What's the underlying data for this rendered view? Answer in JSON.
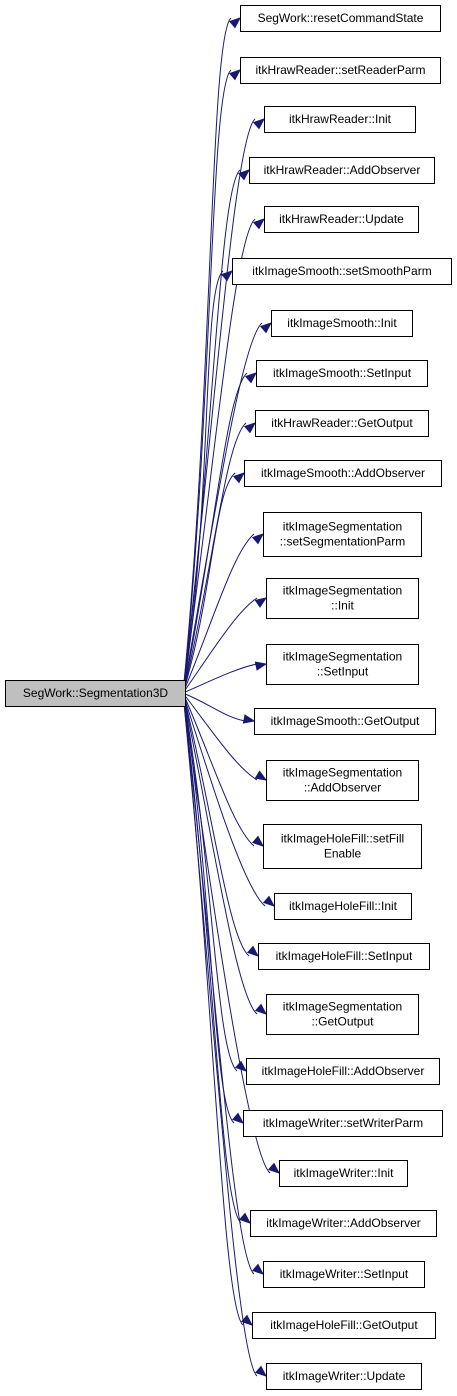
{
  "graph": {
    "edge_color": "#191970",
    "root_fill": "#bfbfbf",
    "root": {
      "id": "root",
      "lines": [
        "SegWork::Segmentation3D"
      ]
    },
    "callees": [
      {
        "id": "c1",
        "lines": [
          "SegWork::resetCommandState"
        ]
      },
      {
        "id": "c2",
        "lines": [
          "itkHrawReader::setReaderParm"
        ]
      },
      {
        "id": "c3",
        "lines": [
          "itkHrawReader::Init"
        ]
      },
      {
        "id": "c4",
        "lines": [
          "itkHrawReader::AddObserver"
        ]
      },
      {
        "id": "c5",
        "lines": [
          "itkHrawReader::Update"
        ]
      },
      {
        "id": "c6",
        "lines": [
          "itkImageSmooth::setSmoothParm"
        ]
      },
      {
        "id": "c7",
        "lines": [
          "itkImageSmooth::Init"
        ]
      },
      {
        "id": "c8",
        "lines": [
          "itkImageSmooth::SetInput"
        ]
      },
      {
        "id": "c9",
        "lines": [
          "itkHrawReader::GetOutput"
        ]
      },
      {
        "id": "c10",
        "lines": [
          "itkImageSmooth::AddObserver"
        ]
      },
      {
        "id": "c11",
        "lines": [
          "itkImageSegmentation",
          "::setSegmentationParm"
        ]
      },
      {
        "id": "c12",
        "lines": [
          "itkImageSegmentation",
          "::Init"
        ]
      },
      {
        "id": "c13",
        "lines": [
          "itkImageSegmentation",
          "::SetInput"
        ]
      },
      {
        "id": "c14",
        "lines": [
          "itkImageSmooth::GetOutput"
        ]
      },
      {
        "id": "c15",
        "lines": [
          "itkImageSegmentation",
          "::AddObserver"
        ]
      },
      {
        "id": "c16",
        "lines": [
          "itkImageHoleFill::setFill",
          "Enable"
        ]
      },
      {
        "id": "c17",
        "lines": [
          "itkImageHoleFill::Init"
        ]
      },
      {
        "id": "c18",
        "lines": [
          "itkImageHoleFill::SetInput"
        ]
      },
      {
        "id": "c19",
        "lines": [
          "itkImageSegmentation",
          "::GetOutput"
        ]
      },
      {
        "id": "c20",
        "lines": [
          "itkImageHoleFill::AddObserver"
        ]
      },
      {
        "id": "c21",
        "lines": [
          "itkImageWriter::setWriterParm"
        ]
      },
      {
        "id": "c22",
        "lines": [
          "itkImageWriter::Init"
        ]
      },
      {
        "id": "c23",
        "lines": [
          "itkImageWriter::AddObserver"
        ]
      },
      {
        "id": "c24",
        "lines": [
          "itkImageWriter::SetInput"
        ]
      },
      {
        "id": "c25",
        "lines": [
          "itkImageHoleFill::GetOutput"
        ]
      },
      {
        "id": "c26",
        "lines": [
          "itkImageWriter::Update"
        ]
      }
    ]
  }
}
